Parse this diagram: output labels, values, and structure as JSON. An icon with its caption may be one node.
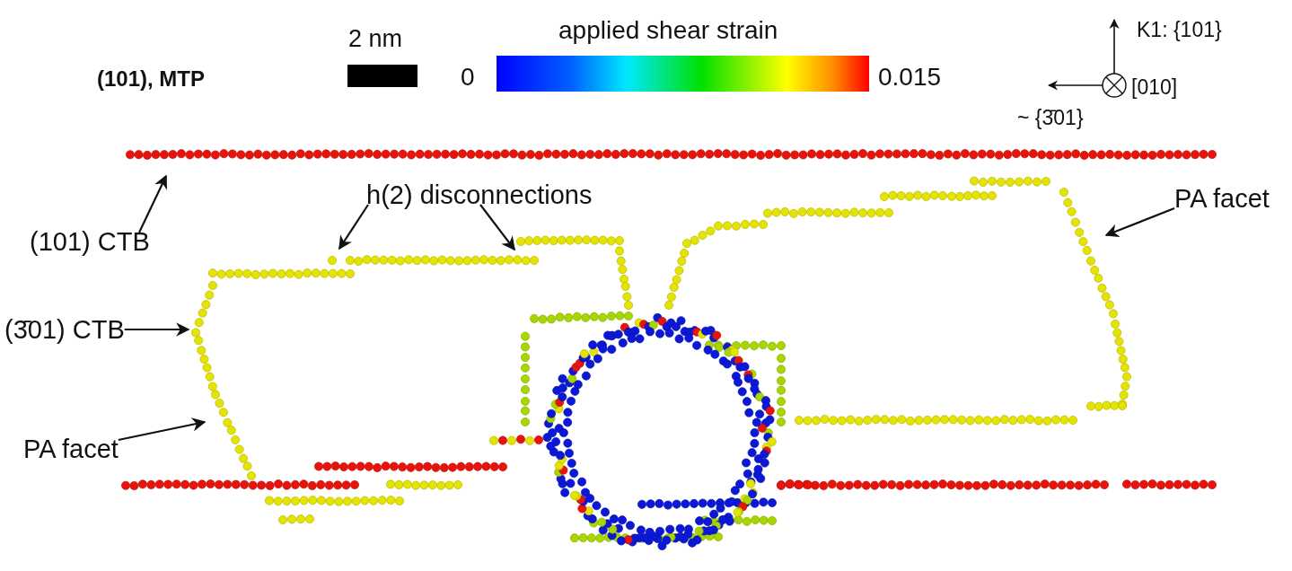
{
  "diagram": {
    "nodes": [
      {
        "text": [
          "(101) CTB"
        ]
      },
      {
        "text": [
          "h(2) disconnections"
        ]
      },
      {
        "text": [
          "PA facet"
        ]
      },
      {
        "text": [
          "(3̄01) CTB"
        ]
      },
      {
        "text": [
          "PA facet"
        ]
      }
    ],
    "edges": [
      {
        "from": 0,
        "to": null,
        "arrow": "to"
      },
      {
        "from": 1,
        "to": null,
        "arrow": "to"
      },
      {
        "from": 1,
        "to": null,
        "arrow": "to"
      },
      {
        "from": 2,
        "to": null,
        "arrow": "to"
      },
      {
        "from": 3,
        "to": null,
        "arrow": "to"
      },
      {
        "from": 4,
        "to": null,
        "arrow": "to"
      }
    ],
    "labels": [
      "(101), MTP",
      "2 nm",
      "applied shear strain",
      "0",
      "0.015",
      "K1: {101}",
      "[010]",
      "~ {3̄01}"
    ]
  }
}
